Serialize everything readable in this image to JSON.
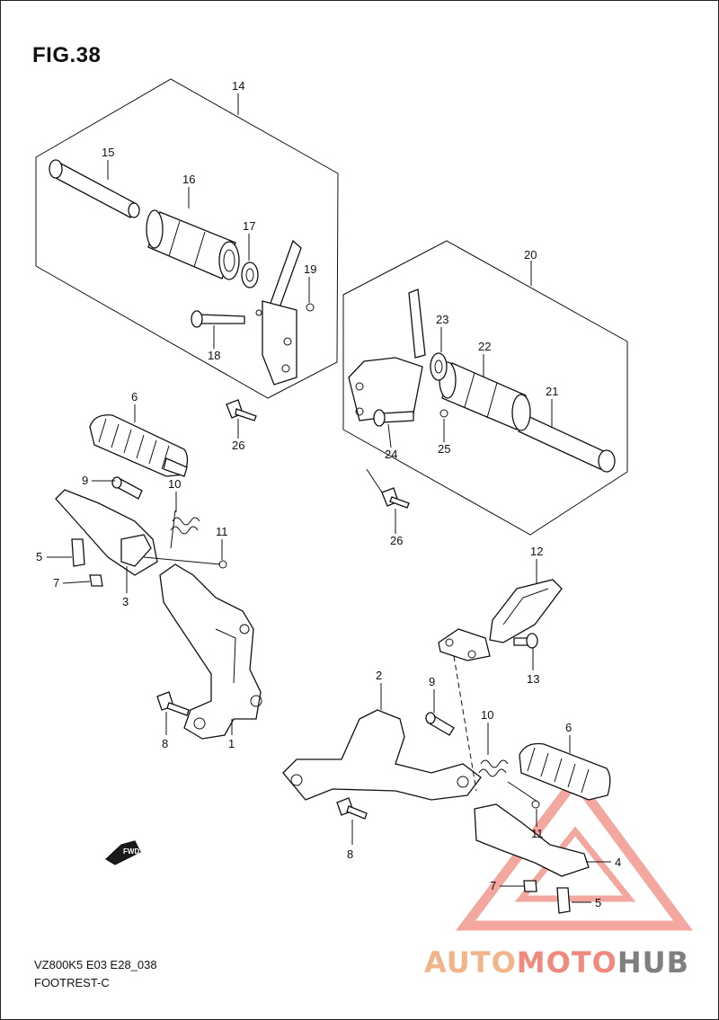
{
  "figure": {
    "title": "FIG.38",
    "model_code": "VZ800K5 E03 E28_038",
    "caption": "FOOTREST-C",
    "fwd_label": "FWD"
  },
  "callouts": {
    "n1": "1",
    "n2": "2",
    "n3": "3",
    "n4": "4",
    "n5a": "5",
    "n5b": "5",
    "n6a": "6",
    "n6b": "6",
    "n7a": "7",
    "n7b": "7",
    "n8a": "8",
    "n8b": "8",
    "n9a": "9",
    "n9b": "9",
    "n10a": "10",
    "n10b": "10",
    "n11a": "11",
    "n11b": "11",
    "n12": "12",
    "n13": "13",
    "n14": "14",
    "n15": "15",
    "n16": "16",
    "n17": "17",
    "n18": "18",
    "n19": "19",
    "n20": "20",
    "n21": "21",
    "n22": "22",
    "n23": "23",
    "n24": "24",
    "n25": "25",
    "n26a": "26",
    "n26b": "26"
  },
  "watermark": {
    "part1": "AUTO",
    "part2": "MOTO",
    "part3": "HUB",
    "colors": {
      "auto": "#f2b48a",
      "moto": "#f08a7e",
      "hub": "#7f7f7f",
      "triangle": "#f08a7e"
    }
  }
}
